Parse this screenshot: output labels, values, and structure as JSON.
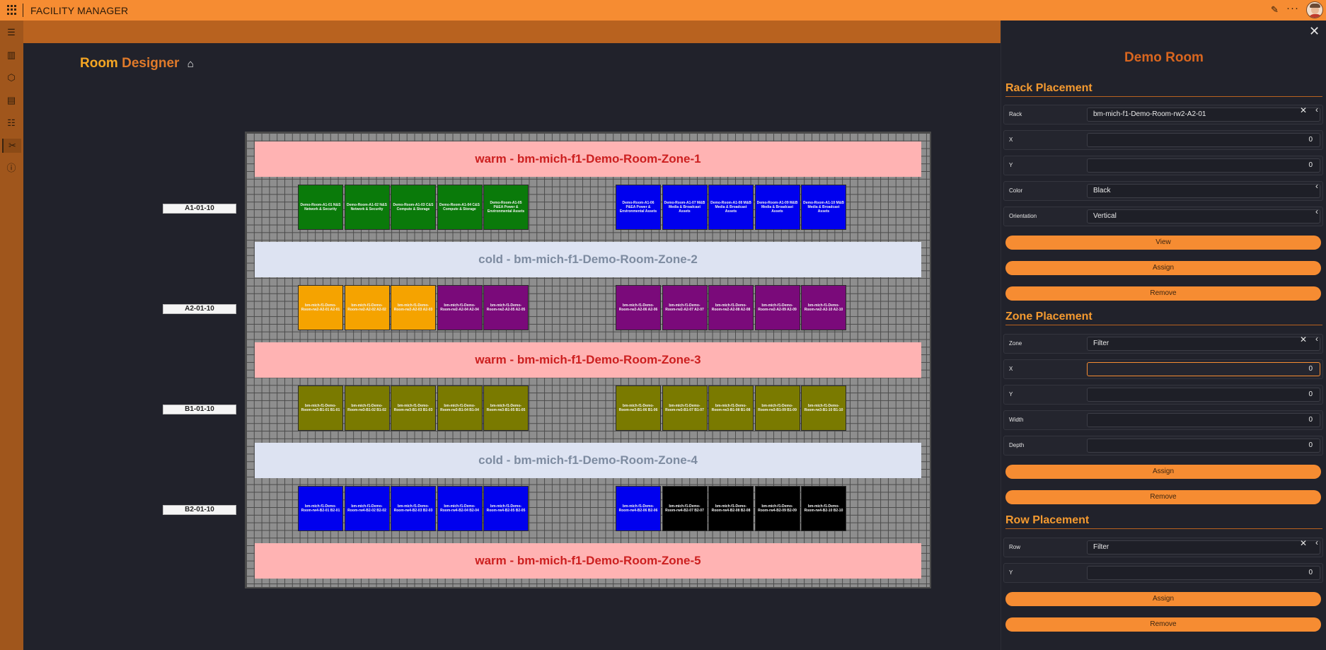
{
  "app": {
    "title": "FACILITY MANAGER"
  },
  "icons": {
    "apps": "app-grid-icon",
    "edit": "pencil-icon",
    "more": "more-icon",
    "user": "user-avatar"
  },
  "sidebar": {
    "items": [
      "menu-icon",
      "chart-icon",
      "box-icon",
      "floorplan-icon",
      "list-icon",
      "tools-icon",
      "info-icon"
    ]
  },
  "designer": {
    "title_part1": "Room",
    "title_part2": "Designer",
    "zones": [
      {
        "label": "warm - bm-mich-f1-Demo-Room-Zone-1",
        "kind": "warm"
      },
      {
        "label": "cold - bm-mich-f1-Demo-Room-Zone-2",
        "kind": "cold"
      },
      {
        "label": "warm - bm-mich-f1-Demo-Room-Zone-3",
        "kind": "warm"
      },
      {
        "label": "cold - bm-mich-f1-Demo-Room-Zone-4",
        "kind": "cold"
      },
      {
        "label": "warm - bm-mich-f1-Demo-Room-Zone-5",
        "kind": "warm"
      }
    ],
    "rows": [
      {
        "label": "A1-01-10",
        "racks": [
          {
            "text": "Demo-Room-A1-01 N&S Network & Security",
            "color": "#0a7a0a"
          },
          {
            "text": "Demo-Room-A1-02 N&S Network & Security",
            "color": "#0a7a0a"
          },
          {
            "text": "Demo-Room-A1-03 C&S Compute & Storage",
            "color": "#0a7a0a"
          },
          {
            "text": "Demo-Room-A1-04 C&S Compute & Storage",
            "color": "#0a7a0a"
          },
          {
            "text": "Demo-Room-A1-05 P&EA Power & Environmental Assets",
            "color": "#0a7a0a"
          },
          {
            "text": "Demo-Room-A1-06 P&EA Power & Environmental Assets",
            "color": "#0000ee"
          },
          {
            "text": "Demo-Room-A1-07 M&B Media & Broadcast Assets",
            "color": "#0000ee"
          },
          {
            "text": "Demo-Room-A1-08 M&B Media & Broadcast Assets",
            "color": "#0000ee"
          },
          {
            "text": "Demo-Room-A1-09 M&B Media & Broadcast Assets",
            "color": "#0000ee"
          },
          {
            "text": "Demo-Room-A1-10 M&B Media & Broadcast Assets",
            "color": "#0000ee"
          }
        ]
      },
      {
        "label": "A2-01-10",
        "racks": [
          {
            "text": "bm-mich-f1-Demo-Room-rw2-A2-01 A2-01",
            "color": "#f5a300"
          },
          {
            "text": "bm-mich-f1-Demo-Room-rw2-A2-02 A2-02",
            "color": "#f5a300"
          },
          {
            "text": "bm-mich-f1-Demo-Room-rw2-A2-03 A2-03",
            "color": "#f5a300"
          },
          {
            "text": "bm-mich-f1-Demo-Room-rw2-A2-04 A2-04",
            "color": "#7a0a7a"
          },
          {
            "text": "bm-mich-f1-Demo-Room-rw2-A2-05 A2-05",
            "color": "#7a0a7a"
          },
          {
            "text": "bm-mich-f1-Demo-Room-rw2-A2-06 A2-06",
            "color": "#7a0a7a"
          },
          {
            "text": "bm-mich-f1-Demo-Room-rw2-A2-07 A2-07",
            "color": "#7a0a7a"
          },
          {
            "text": "bm-mich-f1-Demo-Room-rw2-A2-08 A2-08",
            "color": "#7a0a7a"
          },
          {
            "text": "bm-mich-f1-Demo-Room-rw2-A2-09 A2-09",
            "color": "#7a0a7a"
          },
          {
            "text": "bm-mich-f1-Demo-Room-rw2-A2-10 A2-10",
            "color": "#7a0a7a"
          }
        ]
      },
      {
        "label": "B1-01-10",
        "racks": [
          {
            "text": "bm-mich-f1-Demo-Room-rw3-B1-01 B1-01",
            "color": "#7a7a00"
          },
          {
            "text": "bm-mich-f1-Demo-Room-rw3-B1-02 B1-02",
            "color": "#7a7a00"
          },
          {
            "text": "bm-mich-f1-Demo-Room-rw3-B1-03 B1-03",
            "color": "#7a7a00"
          },
          {
            "text": "bm-mich-f1-Demo-Room-rw3-B1-04 B1-04",
            "color": "#7a7a00"
          },
          {
            "text": "bm-mich-f1-Demo-Room-rw3-B1-05 B1-05",
            "color": "#7a7a00"
          },
          {
            "text": "bm-mich-f1-Demo-Room-rw3-B1-06 B1-06",
            "color": "#7a7a00"
          },
          {
            "text": "bm-mich-f1-Demo-Room-rw3-B1-07 B1-07",
            "color": "#7a7a00"
          },
          {
            "text": "bm-mich-f1-Demo-Room-rw3-B1-08 B1-08",
            "color": "#7a7a00"
          },
          {
            "text": "bm-mich-f1-Demo-Room-rw3-B1-09 B1-09",
            "color": "#7a7a00"
          },
          {
            "text": "bm-mich-f1-Demo-Room-rw3-B1-10 B1-10",
            "color": "#7a7a00"
          }
        ]
      },
      {
        "label": "B2-01-10",
        "racks": [
          {
            "text": "bm-mich-f1-Demo-Room-rw4-B2-01 B2-01",
            "color": "#0000ee"
          },
          {
            "text": "bm-mich-f1-Demo-Room-rw4-B2-02 B2-02",
            "color": "#0000ee"
          },
          {
            "text": "bm-mich-f1-Demo-Room-rw4-B2-03 B2-03",
            "color": "#0000ee"
          },
          {
            "text": "bm-mich-f1-Demo-Room-rw4-B2-04 B2-04",
            "color": "#0000ee"
          },
          {
            "text": "bm-mich-f1-Demo-Room-rw4-B2-05 B2-05",
            "color": "#0000ee"
          },
          {
            "text": "bm-mich-f1-Demo-Room-rw4-B2-06 B2-06",
            "color": "#0000ee"
          },
          {
            "text": "bm-mich-f1-Demo-Room-rw4-B2-07 B2-07",
            "color": "#000000"
          },
          {
            "text": "bm-mich-f1-Demo-Room-rw4-B2-08 B2-08",
            "color": "#000000"
          },
          {
            "text": "bm-mich-f1-Demo-Room-rw4-B2-09 B2-09",
            "color": "#000000"
          },
          {
            "text": "bm-mich-f1-Demo-Room-rw4-B2-10 B2-10",
            "color": "#000000"
          }
        ]
      }
    ]
  },
  "panel": {
    "title": "Demo Room",
    "rack": {
      "heading": "Rack Placement",
      "rack_label": "Rack",
      "rack_value": "bm-mich-f1-Demo-Room-rw2-A2-01",
      "x_label": "X",
      "x_value": "0",
      "y_label": "Y",
      "y_value": "0",
      "color_label": "Color",
      "color_value": "Black",
      "orientation_label": "Orientation",
      "orientation_value": "Vertical",
      "view": "View",
      "assign": "Assign",
      "remove": "Remove"
    },
    "zone": {
      "heading": "Zone Placement",
      "zone_label": "Zone",
      "zone_value": "Filter",
      "x_label": "X",
      "x_value": "0",
      "y_label": "Y",
      "y_value": "0",
      "width_label": "Width",
      "width_value": "0",
      "depth_label": "Depth",
      "depth_value": "0",
      "assign": "Assign",
      "remove": "Remove"
    },
    "row": {
      "heading": "Row Placement",
      "row_label": "Row",
      "row_value": "Filter",
      "y_label": "Y",
      "y_value": "0",
      "assign": "Assign",
      "remove": "Remove"
    }
  }
}
